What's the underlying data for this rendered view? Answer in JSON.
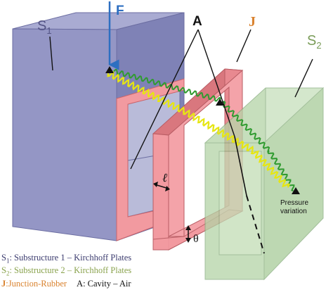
{
  "labels": {
    "s1_main": "S",
    "s1_sub": "1",
    "s2_main": "S",
    "s2_sub": "2",
    "force": "F",
    "cavity": "A",
    "junction": "J",
    "length": "ℓ",
    "thickness": "θ",
    "pressure_line1": "Pressure",
    "pressure_line2": "variation"
  },
  "legend": {
    "s1_main": "S",
    "s1_sub": "1",
    "s1_text": ": Substructure 1 – Kirchhoff Plates",
    "s2_main": "S",
    "s2_sub": "2",
    "s2_text": ": Substructure 2 – Kirchhoff Plates",
    "junction_key": "J",
    "junction_text": ":Junction-Rubber",
    "cavity_text": "A: Cavity – Air"
  },
  "colors": {
    "s1_face_front": "#9496c5",
    "s1_face_side": "#7f82b6",
    "s1_face_top": "#a9abd2",
    "s1_label": "#545486",
    "s2_fill": "#b3d4a6",
    "s2_stroke": "#84aa7a",
    "s2_label": "#7a9c58",
    "s2_legend": "#8aa34e",
    "junction_front": "#f29aa0",
    "junction_side": "#d9777e",
    "junction_label": "#d9822e",
    "force_arrow": "#2d6fc1",
    "path_green": "#2f9b2f",
    "path_yellow": "#e6e612",
    "legend_s1": "#3b3b6e",
    "legend_junction": "#d9822e"
  }
}
